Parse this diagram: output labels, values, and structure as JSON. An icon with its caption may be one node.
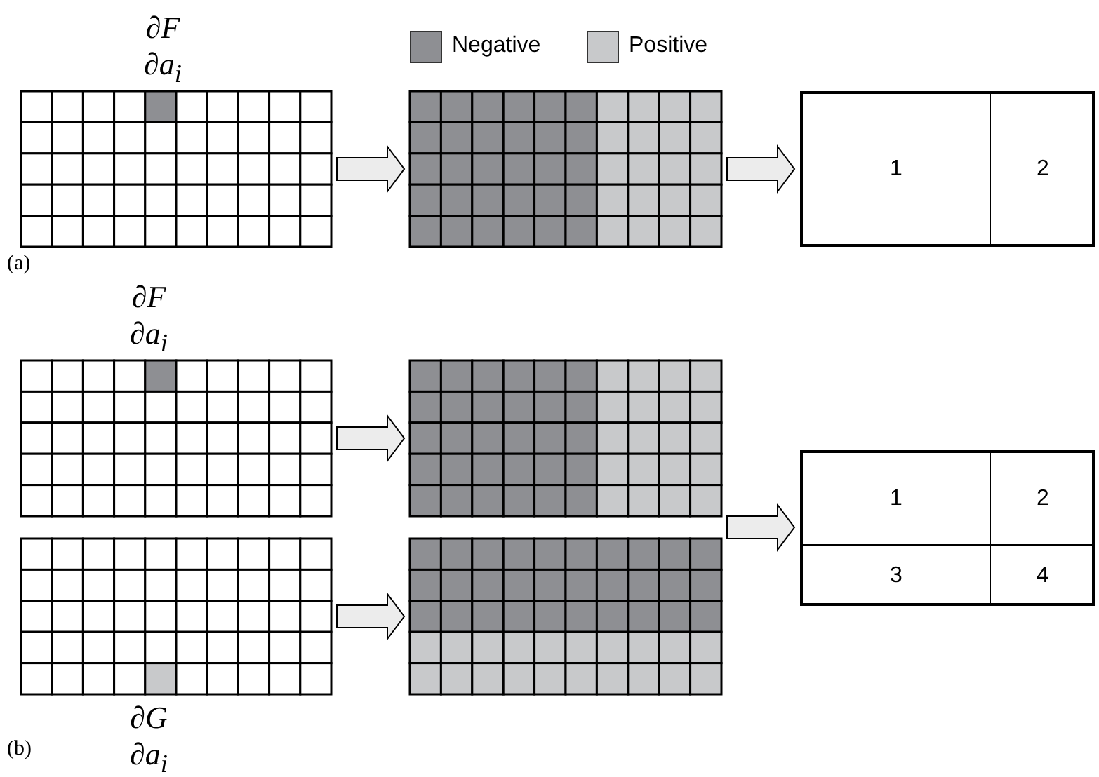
{
  "diagram": {
    "nodes": [
      {
        "text": [],
        "shape": "grid",
        "beside": [
          "∂F",
          "∂a$_{i}$"
        ]
      },
      {
        "text": [],
        "shape": "grid"
      },
      {
        "text": [],
        "shape": "box"
      },
      {
        "text": [
          "1"
        ],
        "in": 2
      },
      {
        "text": [
          "2"
        ],
        "in": 2
      },
      {
        "text": [],
        "shape": "grid",
        "beside": [
          "∂F",
          "∂a$_{i}$"
        ]
      },
      {
        "text": [],
        "shape": "grid"
      },
      {
        "text": [],
        "shape": "grid",
        "beside": [
          "∂G",
          "∂a$_{i}$"
        ]
      },
      {
        "text": [],
        "shape": "grid"
      },
      {
        "text": [],
        "shape": "box"
      },
      {
        "text": [
          "1"
        ],
        "in": 9
      },
      {
        "text": [
          "2"
        ],
        "in": 9
      },
      {
        "text": [
          "3"
        ],
        "in": 9
      },
      {
        "text": [
          "4"
        ],
        "in": 9
      }
    ],
    "edges": [
      {
        "from": 0,
        "to": 1,
        "arrow": "to"
      },
      {
        "from": 1,
        "to": 2,
        "arrow": "to"
      },
      {
        "from": 5,
        "to": 6,
        "arrow": "to"
      },
      {
        "from": 7,
        "to": 8,
        "arrow": "to"
      },
      {
        "from": 6,
        "to": 9,
        "arrow": "to"
      },
      {
        "from": 8,
        "to": 9,
        "arrow": "to"
      }
    ],
    "labels": [
      "(a)",
      "(b)"
    ],
    "legend": [
      {
        "text": "Negative",
        "color": "#8e8f93"
      },
      {
        "text": "Positive",
        "color": "#c8c9cb"
      }
    ]
  }
}
